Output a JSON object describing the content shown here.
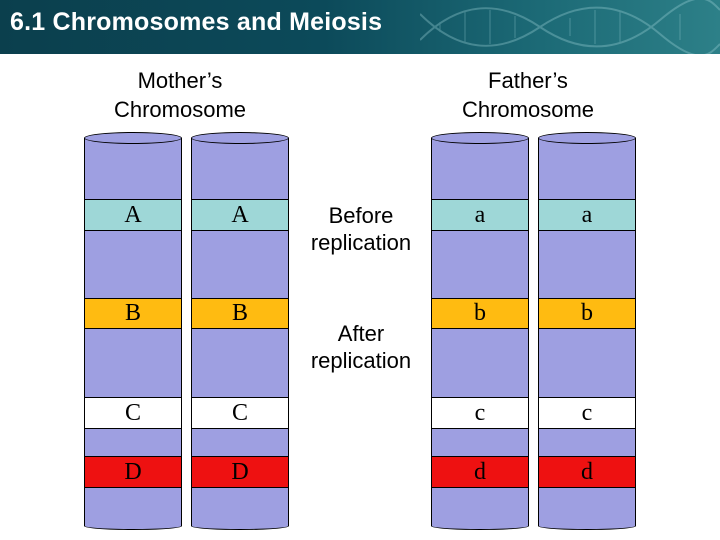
{
  "header": {
    "title": "6.1 Chromosomes and Meiosis"
  },
  "labels": {
    "mother_line1": "Mother’s",
    "mother_line2": "Chromosome",
    "father_line1": "Father’s",
    "father_line2": "Chromosome",
    "before_line1": "Before",
    "before_line2": "replication",
    "after_line1": "After",
    "after_line2": "replication"
  },
  "chromosomes": [
    {
      "owner": "mother",
      "bands": [
        "A",
        "B",
        "C",
        "D"
      ]
    },
    {
      "owner": "mother",
      "bands": [
        "A",
        "B",
        "C",
        "D"
      ]
    },
    {
      "owner": "father",
      "bands": [
        "a",
        "b",
        "c",
        "d"
      ]
    },
    {
      "owner": "father",
      "bands": [
        "a",
        "b",
        "c",
        "d"
      ]
    }
  ],
  "colors": {
    "chromosome": "#9e9fe1",
    "band_a": "#9ed7d7",
    "band_b": "#ffbb11",
    "band_c": "#ffffff",
    "band_d": "#ee1111",
    "title_bar": "#0c4a5a"
  }
}
